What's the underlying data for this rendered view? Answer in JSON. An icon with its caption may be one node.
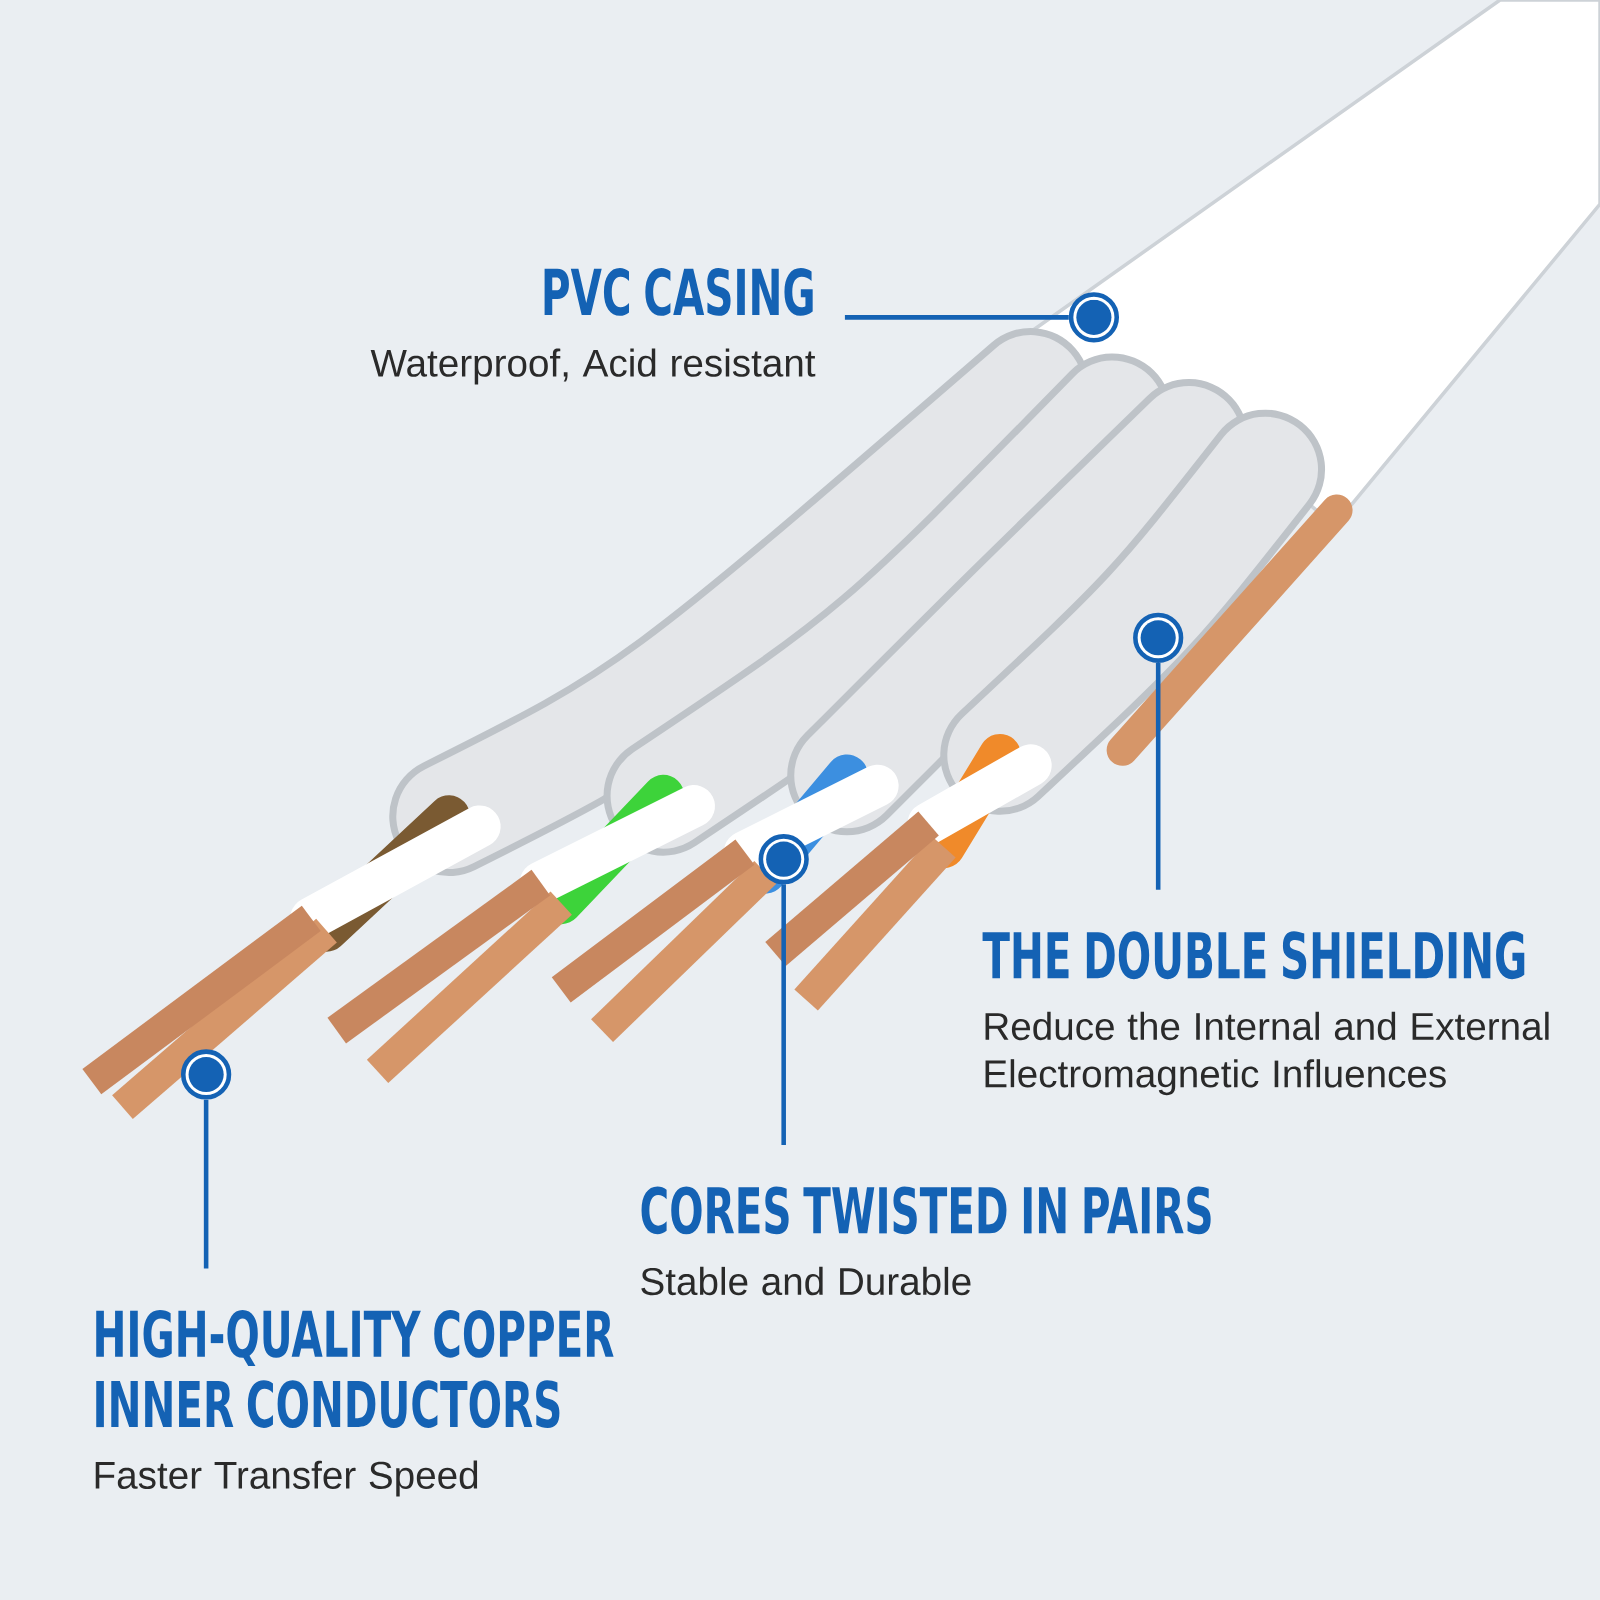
{
  "diagram": {
    "nodes": [
      {
        "text": [
          "PVC CASING",
          "Waterproof, Acid resistant"
        ]
      },
      {
        "text": [],
        "shape": "circle"
      },
      {
        "text": [],
        "shape": "circle"
      },
      {
        "text": [
          "THE DOUBLE SHIELDING",
          "Reduce the Internal and External Electromagnetic Influences"
        ]
      },
      {
        "text": [],
        "shape": "circle"
      },
      {
        "text": [],
        "shape": "circle"
      },
      {
        "text": [
          "CORES TWISTED IN PAIRS",
          "Stable and Durable"
        ]
      },
      {
        "text": [
          "HIGH-QUALITY COPPER INNER CONDUCTORS",
          "Faster Transfer Speed"
        ]
      }
    ],
    "edges": [
      {
        "from": 0,
        "to": 1,
        "arrow": "none"
      },
      {
        "from": 3,
        "to": 2,
        "arrow": "none"
      },
      {
        "from": 6,
        "to": 4,
        "arrow": "none"
      },
      {
        "from": 7,
        "to": 5,
        "arrow": "none"
      }
    ]
  }
}
